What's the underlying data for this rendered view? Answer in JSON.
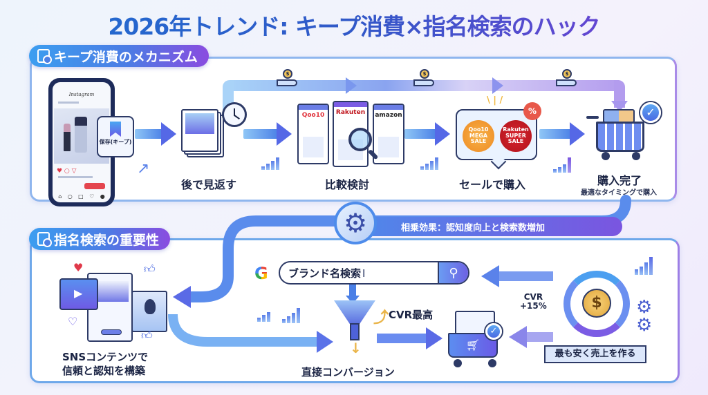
{
  "title": "2026年トレンド: キープ消費×指名検索のハック",
  "colors": {
    "title_start": "#1f6fd1",
    "title_end": "#7a3fd6",
    "accent_blue": "#4a7fe6",
    "accent_purple": "#7a55e0",
    "outline": "#2d3a66",
    "sale_orange": "#ee8a22",
    "sale_red": "#c01a24",
    "coin_gold": "#e2a63a"
  },
  "keep_section": {
    "heading": "キープ消費のメカニズム",
    "heading_icon": "checklist-icon",
    "phone": {
      "app_name": "Instagram",
      "save_label": "保存(キープ)",
      "save_icon": "bookmark-icon"
    },
    "steps": [
      {
        "label": "後で見返す",
        "icon": "document-stack-clock-icon"
      },
      {
        "label": "比較検討",
        "icon": "compare-sites-icon",
        "sites": [
          "Qoo10",
          "Rakuten",
          "amazon"
        ]
      },
      {
        "label": "セールで購入",
        "icon": "sale-bubble-icon",
        "badges": [
          {
            "brand": "Qoo10",
            "line1": "MEGA",
            "line2": "SALE"
          },
          {
            "brand": "Rakuten",
            "line1": "SUPER",
            "line2": "SALE"
          }
        ],
        "tag": "%"
      },
      {
        "label": "購入完了",
        "sublabel": "最適なタイミングで購入",
        "icon": "shopping-cart-check-icon"
      }
    ],
    "coin_symbols": [
      "$",
      "$",
      "$"
    ]
  },
  "synergy": {
    "label": "相乗効果：認知度向上と検索数増加",
    "icon": "gear-icon"
  },
  "search_section": {
    "heading": "指名検索の重要性",
    "heading_icon": "search-document-icon",
    "sns_label_line1": "SNSコンテンツで",
    "sns_label_line2": "信頼と認知を構築",
    "search_box": {
      "engine_logo": "G",
      "query": "ブランド名検索",
      "button_icon": "search-icon"
    },
    "cvr_best": "CVR最高",
    "direct_conversion": "直接コンバージョン",
    "cvr_lift_line1": "CVR",
    "cvr_lift_line2": "+15%",
    "cycle_coin": "$",
    "ribbon_label": "最も安く売上を作る"
  }
}
